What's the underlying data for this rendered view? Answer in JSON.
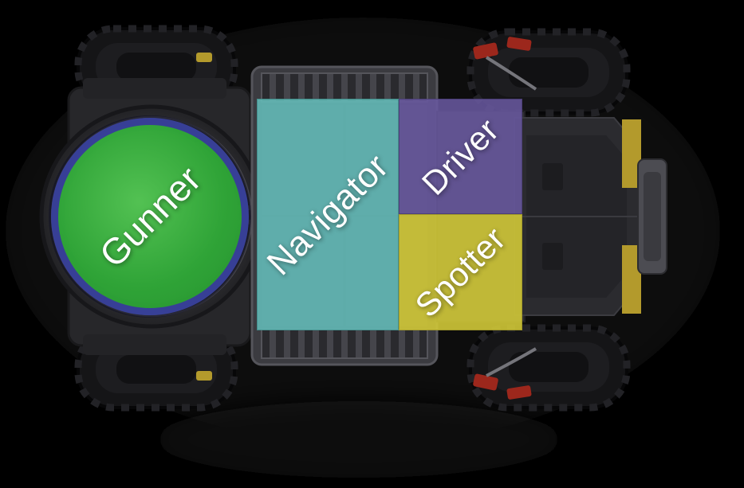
{
  "scene": {
    "background_color": "#000000"
  },
  "vehicle": {
    "body_color": "#2d2d31",
    "bed_color": "#3b3b40",
    "tire_color": "#151517",
    "accent_yellow": "#b39a2c",
    "accent_red": "#9c271c"
  },
  "seats": [
    {
      "id": "gunner",
      "label": "Gunner",
      "shape": "circle",
      "fill": "#3cb043",
      "ring": "#383a9c"
    },
    {
      "id": "navigator",
      "label": "Navigator",
      "shape": "rect",
      "fill": "#63bcb8"
    },
    {
      "id": "driver",
      "label": "Driver",
      "shape": "rect",
      "fill": "#68589e"
    },
    {
      "id": "spotter",
      "label": "Spotter",
      "shape": "rect",
      "fill": "#d0c837"
    }
  ]
}
